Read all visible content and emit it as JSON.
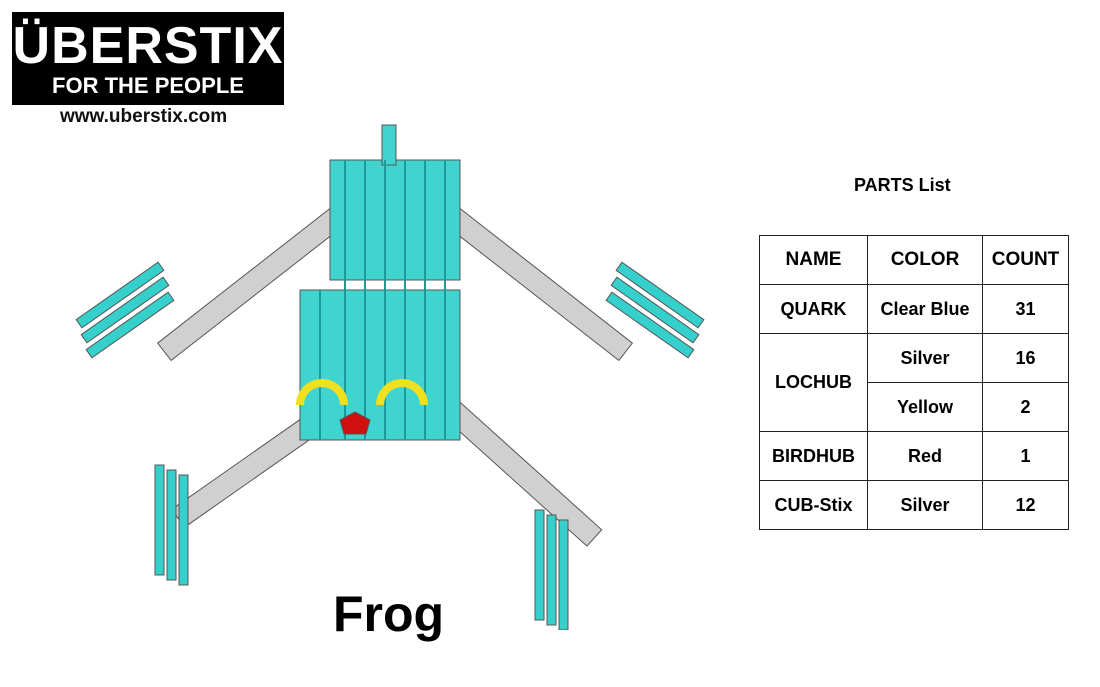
{
  "logo": {
    "brand": "ÜBERSTIX",
    "tagline": "FOR THE PEOPLE",
    "url": "www.uberstix.com"
  },
  "model_title": "Frog",
  "parts": {
    "title": "PARTS List",
    "headers": [
      "NAME",
      "COLOR",
      "COUNT"
    ],
    "rows": [
      {
        "name": "QUARK",
        "color": "Clear Blue",
        "count": "31"
      },
      {
        "name": "LOCHUB",
        "color": "Silver",
        "count": "16"
      },
      {
        "name": "",
        "color": "Yellow",
        "count": "2"
      },
      {
        "name": "BIRDHUB",
        "color": "Red",
        "count": "1"
      },
      {
        "name": "CUB-Stix",
        "color": "Silver",
        "count": "12"
      }
    ]
  },
  "colors": {
    "clear_blue": "#35d0cc",
    "silver": "#c8c8c8",
    "yellow": "#f0e020",
    "red": "#d01010"
  }
}
